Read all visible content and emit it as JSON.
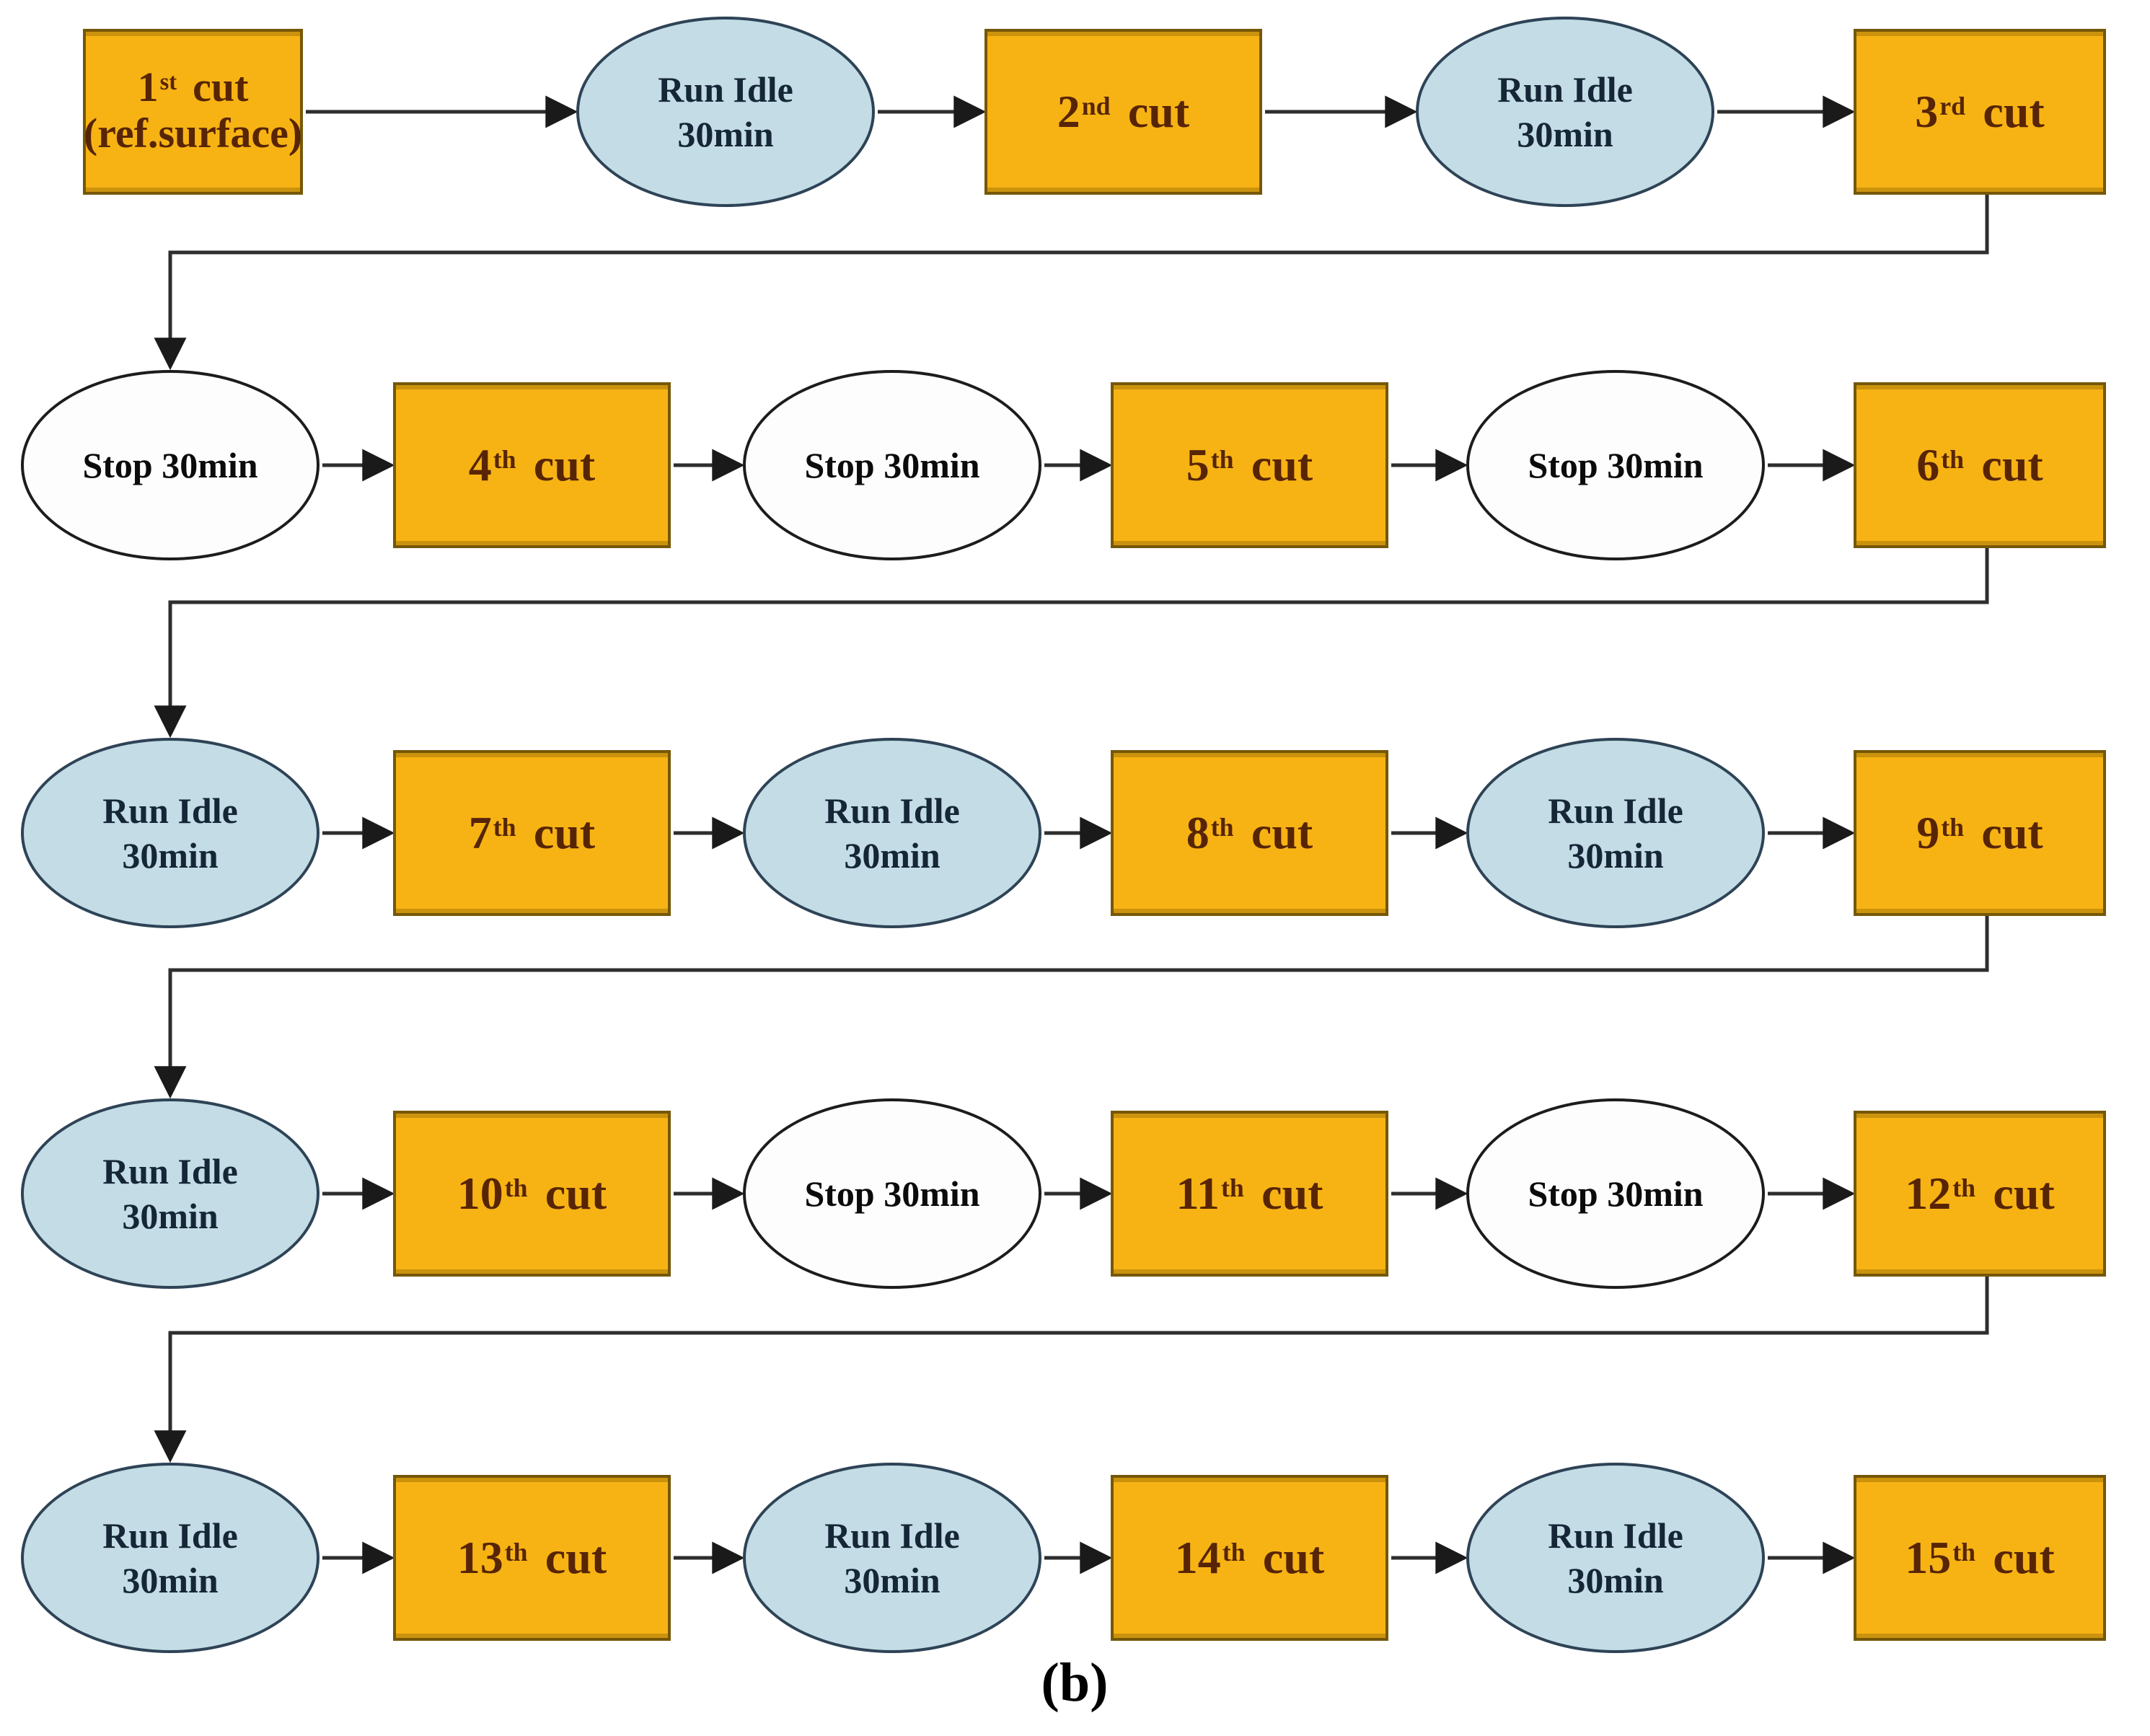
{
  "caption": "(b)",
  "colors": {
    "background": "#ffffff",
    "box_fill": "#F7B314",
    "box_border": "#755708",
    "box_text": "#572506",
    "blue_fill": "#C3DCE5",
    "blue_border": "#2E4356",
    "blue_text": "#152637",
    "white_fill": "#FDFDFD",
    "white_border": "#1C1C1C",
    "white_text": "#0B0B0B",
    "line": "#2E2E2E",
    "arrowhead": "#1A1A1A"
  },
  "rows": [
    {
      "items": [
        {
          "kind": "box",
          "num": "1",
          "sup": "st",
          "word": "cut",
          "sub": "(ref.surface)"
        },
        {
          "kind": "idle",
          "label1": "Run Idle",
          "label2": "30min"
        },
        {
          "kind": "box",
          "num": "2",
          "sup": "nd",
          "word": "cut"
        },
        {
          "kind": "idle",
          "label1": "Run Idle",
          "label2": "30min"
        },
        {
          "kind": "box",
          "num": "3",
          "sup": "rd",
          "word": "cut"
        }
      ]
    },
    {
      "items": [
        {
          "kind": "stop",
          "label1": "Stop 30min"
        },
        {
          "kind": "box",
          "num": "4",
          "sup": "th",
          "word": "cut"
        },
        {
          "kind": "stop",
          "label1": "Stop 30min"
        },
        {
          "kind": "box",
          "num": "5",
          "sup": "th",
          "word": "cut"
        },
        {
          "kind": "stop",
          "label1": "Stop 30min"
        },
        {
          "kind": "box",
          "num": "6",
          "sup": "th",
          "word": "cut"
        }
      ]
    },
    {
      "items": [
        {
          "kind": "idle",
          "label1": "Run Idle",
          "label2": "30min"
        },
        {
          "kind": "box",
          "num": "7",
          "sup": "th",
          "word": "cut"
        },
        {
          "kind": "idle",
          "label1": "Run Idle",
          "label2": "30min"
        },
        {
          "kind": "box",
          "num": "8",
          "sup": "th",
          "word": "cut"
        },
        {
          "kind": "idle",
          "label1": "Run Idle",
          "label2": "30min"
        },
        {
          "kind": "box",
          "num": "9",
          "sup": "th",
          "word": "cut"
        }
      ]
    },
    {
      "items": [
        {
          "kind": "idle",
          "label1": "Run Idle",
          "label2": "30min"
        },
        {
          "kind": "box",
          "num": "10",
          "sup": "th",
          "word": "cut"
        },
        {
          "kind": "stop",
          "label1": "Stop 30min"
        },
        {
          "kind": "box",
          "num": "11",
          "sup": "th",
          "word": "cut"
        },
        {
          "kind": "stop",
          "label1": "Stop 30min"
        },
        {
          "kind": "box",
          "num": "12",
          "sup": "th",
          "word": "cut"
        }
      ]
    },
    {
      "items": [
        {
          "kind": "idle",
          "label1": "Run Idle",
          "label2": "30min"
        },
        {
          "kind": "box",
          "num": "13",
          "sup": "th",
          "word": "cut"
        },
        {
          "kind": "idle",
          "label1": "Run Idle",
          "label2": "30min"
        },
        {
          "kind": "box",
          "num": "14",
          "sup": "th",
          "word": "cut"
        },
        {
          "kind": "idle",
          "label1": "Run Idle",
          "label2": "30min"
        },
        {
          "kind": "box",
          "num": "15",
          "sup": "th",
          "word": "cut"
        }
      ]
    }
  ]
}
